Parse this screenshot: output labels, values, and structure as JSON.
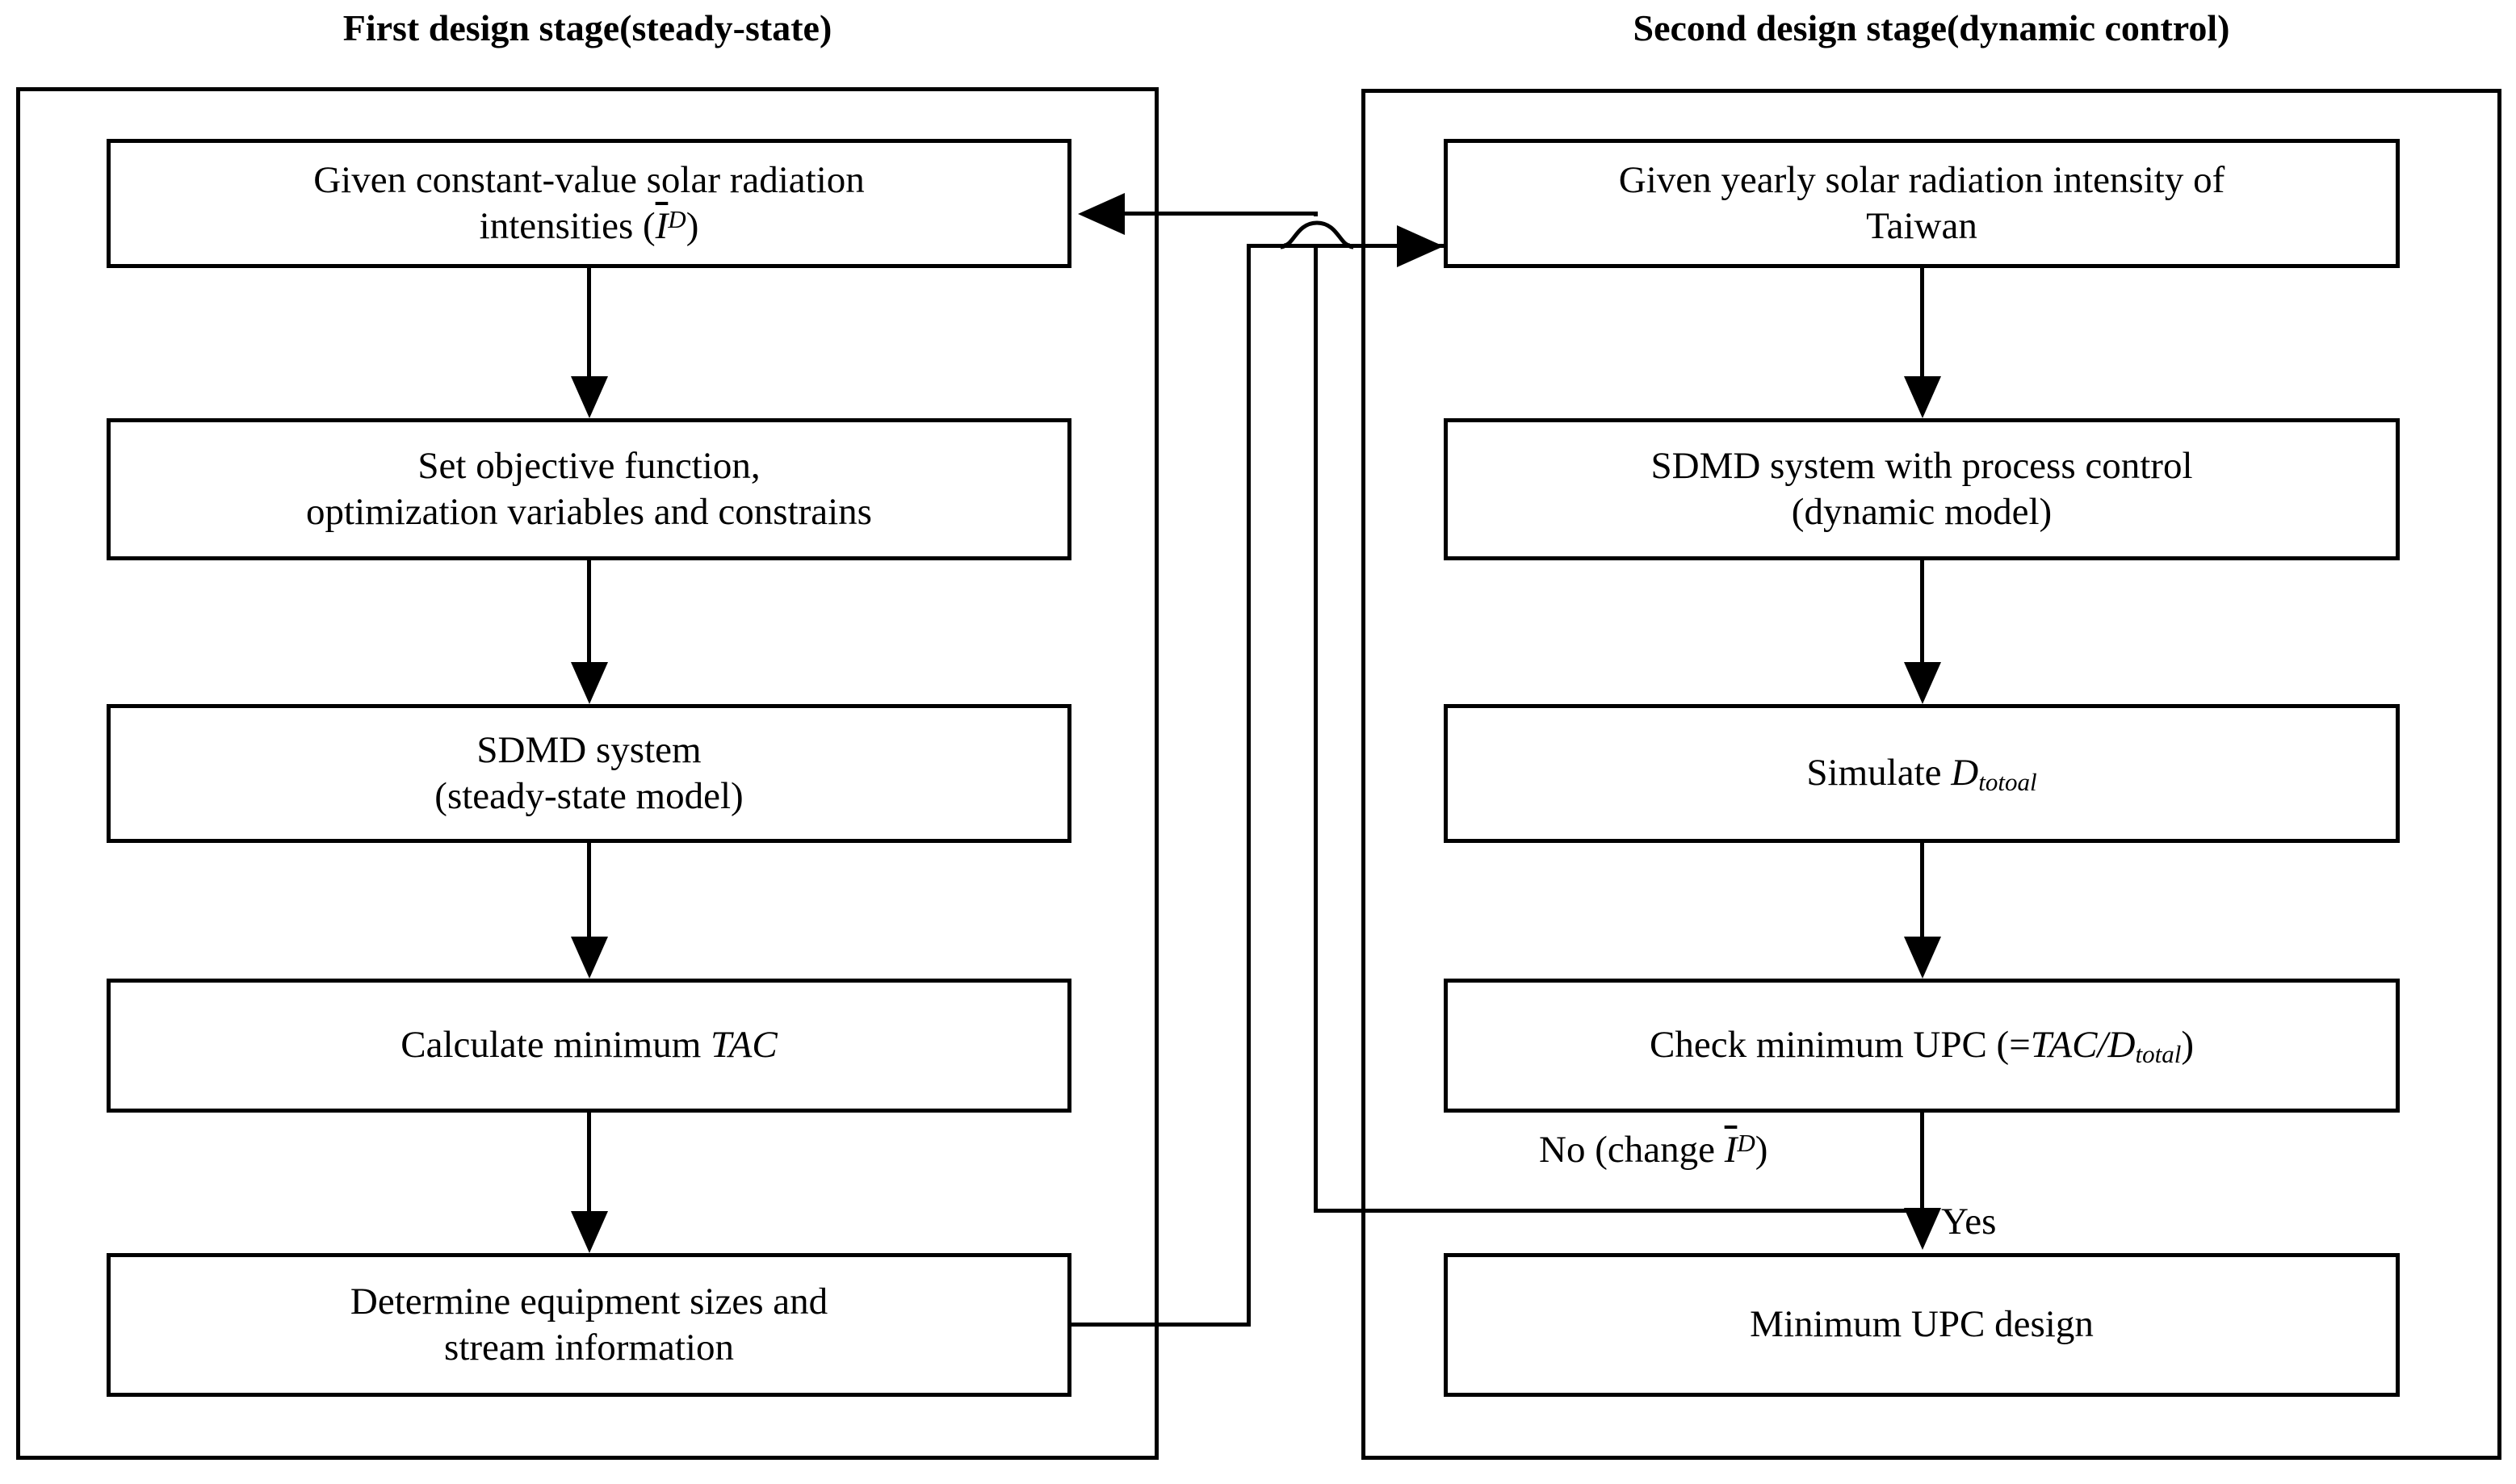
{
  "diagram": {
    "title_left": "First design stage(steady-state)",
    "title_right": "Second design stage(dynamic control)",
    "left_nodes": [
      {
        "id": "l1",
        "line1": "Given constant-value solar radiation",
        "line2_pre": "intensities (",
        "line2_var": "I",
        "line2_sup": "D",
        "line2_post": ")"
      },
      {
        "id": "l2",
        "line1": "Set objective function,",
        "line2": "optimization variables and constrains"
      },
      {
        "id": "l3",
        "line1": "SDMD system",
        "line2": "(steady-state model)"
      },
      {
        "id": "l4",
        "line1_pre": "Calculate minimum ",
        "line1_var": "TAC"
      },
      {
        "id": "l5",
        "line1": "Determine equipment sizes and",
        "line2": "stream information"
      }
    ],
    "right_nodes": [
      {
        "id": "r1",
        "line1": "Given yearly solar radiation intensity of",
        "line2": "Taiwan"
      },
      {
        "id": "r2",
        "line1": "SDMD system with process control",
        "line2": "(dynamic model)"
      },
      {
        "id": "r3",
        "line1_pre": "Simulate ",
        "line1_var": "D",
        "line1_sub": "totoal"
      },
      {
        "id": "r4",
        "line1_pre": "Check minimum UPC (=",
        "line1_var1": "TAC",
        "line1_mid": "/",
        "line1_var2": "D",
        "line1_sub": "total",
        "line1_post": ")"
      },
      {
        "id": "r5",
        "line1": "Minimum UPC design"
      }
    ],
    "edge_labels": {
      "no_pre": "No (change ",
      "no_var": "I",
      "no_sup": "D",
      "no_post": ")",
      "yes": "Yes"
    },
    "colors": {
      "stroke": "#000000",
      "background": "#ffffff"
    }
  }
}
